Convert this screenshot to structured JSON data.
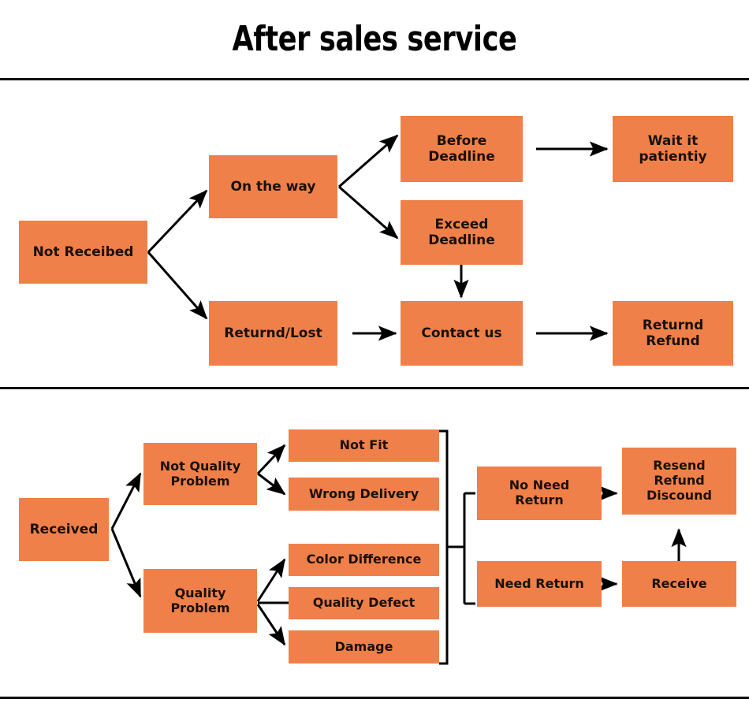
{
  "page": {
    "title": "After sales service",
    "box_color": "#f08049",
    "text_color": "#1a1008",
    "line_color": "#000000",
    "background": "#ffffff"
  },
  "section_not_received": {
    "nodes": {
      "not_received": "Not Receibed",
      "on_the_way": "On the way",
      "returned_lost": "Returnd/Lost",
      "before_deadline": "Before\nDeadline",
      "exceed_deadline": "Exceed\nDeadline",
      "contact_us": "Contact us",
      "wait_it_patiently": "Wait it\npatientiy",
      "returnd_refund": "Returnd\nRefund"
    }
  },
  "section_received": {
    "nodes": {
      "received": "Received",
      "not_quality_problem": "Not Quality\nProblem",
      "quality_problem": "Quality\nProblem",
      "not_fit": "Not Fit",
      "wrong_delivery": "Wrong Delivery",
      "color_difference": "Color Difference",
      "quality_defect": "Quality Defect",
      "damage": "Damage",
      "no_need_return": "No Need\nReturn",
      "need_return": "Need Return",
      "resend_refund_discount": "Resend\nRefund\nDiscound",
      "receive": "Receive"
    }
  }
}
